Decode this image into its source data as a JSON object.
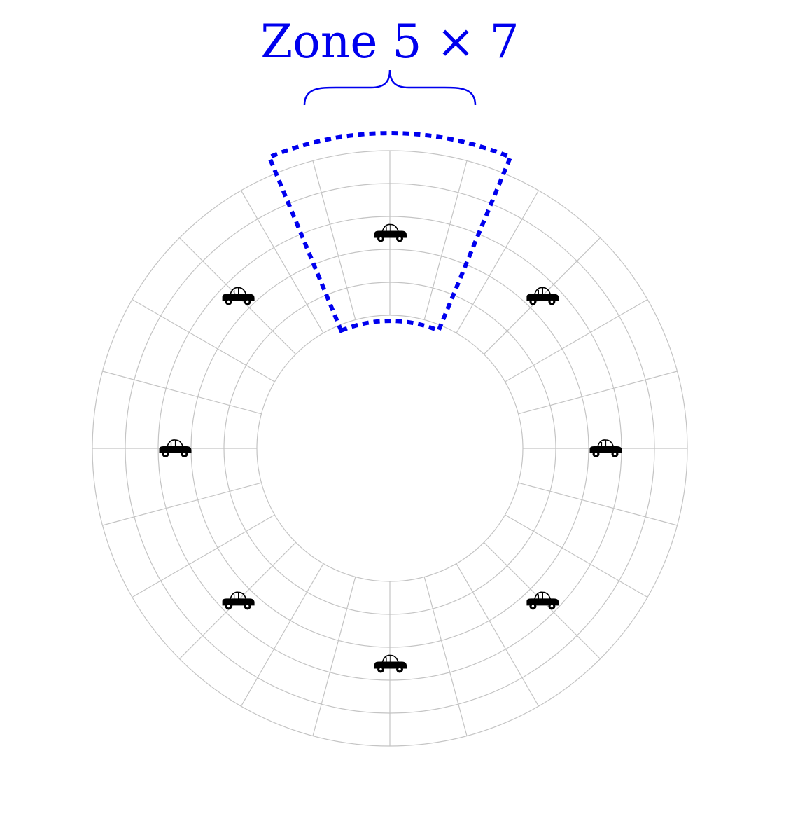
{
  "diagram": {
    "zone_label": "Zone 5 × 7",
    "ring_count": 5,
    "sector_count": 24,
    "highlighted_zone": {
      "ring": 5,
      "sector": 7
    },
    "vehicle_icon": "car-icon",
    "vehicle_count": 8,
    "colors": {
      "grid": "#c4c4c4",
      "highlight": "#0000ee",
      "vehicle": "#000000",
      "background": "#ffffff"
    }
  }
}
